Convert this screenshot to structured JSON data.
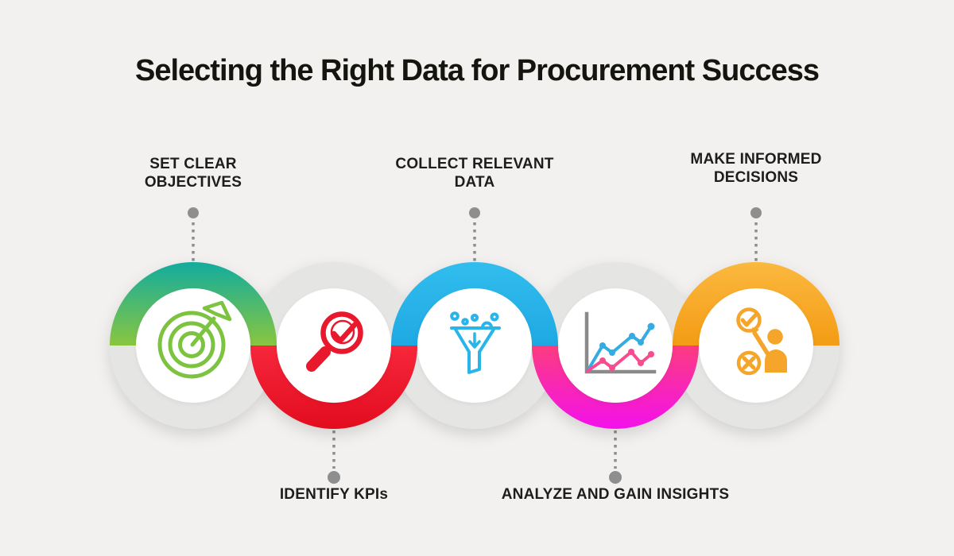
{
  "title": "Selecting the Right Data for Procurement Success",
  "colors": {
    "background": "#F2F1EF",
    "title_text": "#15150F",
    "label_text": "#1D1D1B",
    "connector": "#8E8E8E",
    "ring_gray": "#E5E5E4",
    "inner_circle": "#FFFFFF"
  },
  "steps": [
    {
      "label": "SET CLEAR\nOBJECTIVES",
      "position": "top",
      "icon": "target-dart-icon",
      "grad_start": "#12AC9E",
      "grad_end": "#89C63F",
      "icon_color": "#7CC340"
    },
    {
      "label": "IDENTIFY KPIs",
      "position": "bottom",
      "icon": "magnifier-check-icon",
      "grad_start": "#F7273C",
      "grad_end": "#E20C1E",
      "icon_color": "#E8192C"
    },
    {
      "label": "COLLECT RELEVANT\nDATA",
      "position": "top",
      "icon": "filter-funnel-icon",
      "grad_start": "#32BDEE",
      "grad_end": "#1FA9E3",
      "icon_color": "#29B5E9"
    },
    {
      "label": "ANALYZE AND GAIN INSIGHTS",
      "position": "bottom",
      "icon": "line-chart-icon",
      "grad_start": "#FC3C80",
      "grad_end": "#F311EB",
      "axis_color": "#8A8A8A",
      "line1_color": "#35ABE2",
      "line2_color": "#F94B90"
    },
    {
      "label": "MAKE INFORMED\nDECISIONS",
      "position": "top",
      "icon": "decision-person-icon",
      "grad_start": "#FBB83F",
      "grad_end": "#F49C14",
      "icon_color": "#F5A62A"
    }
  ]
}
